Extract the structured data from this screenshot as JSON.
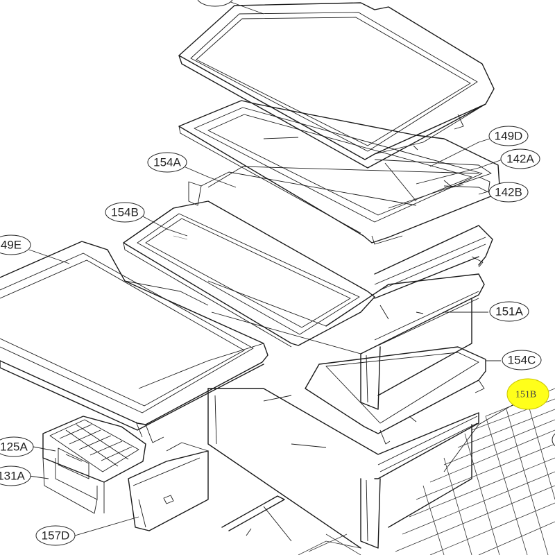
{
  "diagram": {
    "callouts": [
      {
        "id": "149D",
        "label": "149D",
        "highlighted": false
      },
      {
        "id": "142A",
        "label": "142A",
        "highlighted": false
      },
      {
        "id": "142B",
        "label": "142B",
        "highlighted": false
      },
      {
        "id": "154A",
        "label": "154A",
        "highlighted": false
      },
      {
        "id": "154B",
        "label": "154B",
        "highlighted": false
      },
      {
        "id": "149E",
        "label": "49E",
        "highlighted": false
      },
      {
        "id": "151A",
        "label": "151A",
        "highlighted": false
      },
      {
        "id": "154C",
        "label": "154C",
        "highlighted": false
      },
      {
        "id": "151B",
        "label": "151B",
        "highlighted": true
      },
      {
        "id": "125A",
        "label": "125A",
        "highlighted": false
      },
      {
        "id": "131A",
        "label": "131A",
        "highlighted": false
      },
      {
        "id": "157D",
        "label": "157D",
        "highlighted": false
      }
    ],
    "colors": {
      "line": "#1a1a1a",
      "highlight": "#ffff1a",
      "background": "#ffffff"
    }
  }
}
